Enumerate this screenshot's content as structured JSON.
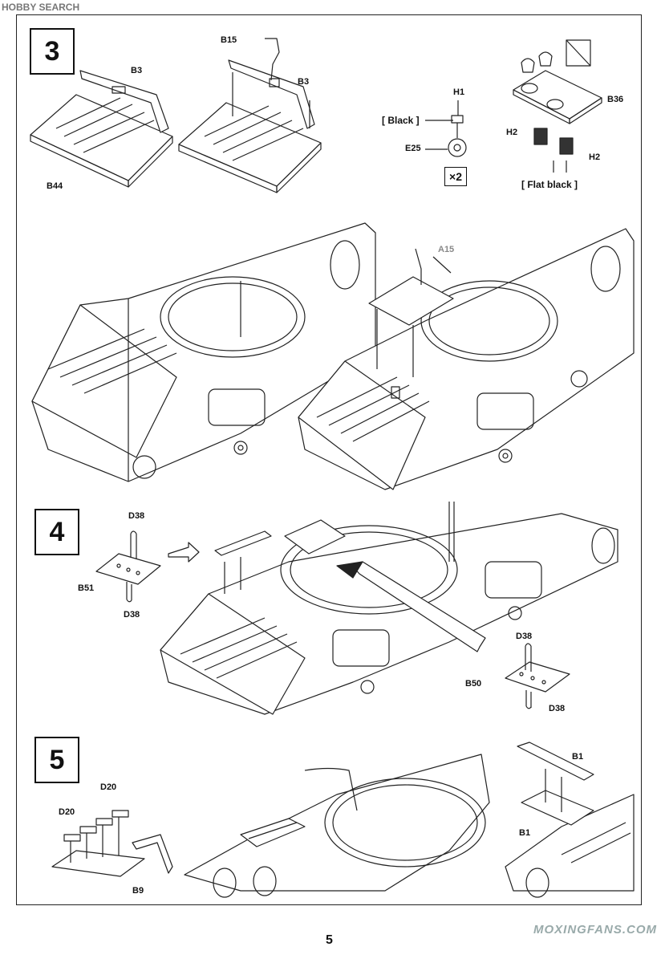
{
  "watermark_top": "HOBBY SEARCH",
  "watermark_bottom": "MOXINGFANS.COM",
  "page_number": "5",
  "steps": [
    {
      "number": "3"
    },
    {
      "number": "4"
    },
    {
      "number": "5"
    }
  ],
  "step3": {
    "labels": {
      "b3_left": "B3",
      "b44": "B44",
      "b15": "B15",
      "b3_right": "B3",
      "h1": "H1",
      "e25": "E25",
      "b36": "B36",
      "h2_left": "H2",
      "h2_right": "H2",
      "a15": "A15"
    },
    "paint": {
      "black": "[ Black ]",
      "flat_black": "[ Flat black ]"
    },
    "quantity": "×2"
  },
  "step4": {
    "labels": {
      "d38_top": "D38",
      "b51": "B51",
      "d38_bottom": "D38",
      "d38_right_top": "D38",
      "b50": "B50",
      "d38_right_bottom": "D38"
    }
  },
  "step5": {
    "labels": {
      "d20_top": "D20",
      "d20_left": "D20",
      "b9": "B9",
      "b1_top": "B1",
      "b1_bottom": "B1"
    }
  }
}
